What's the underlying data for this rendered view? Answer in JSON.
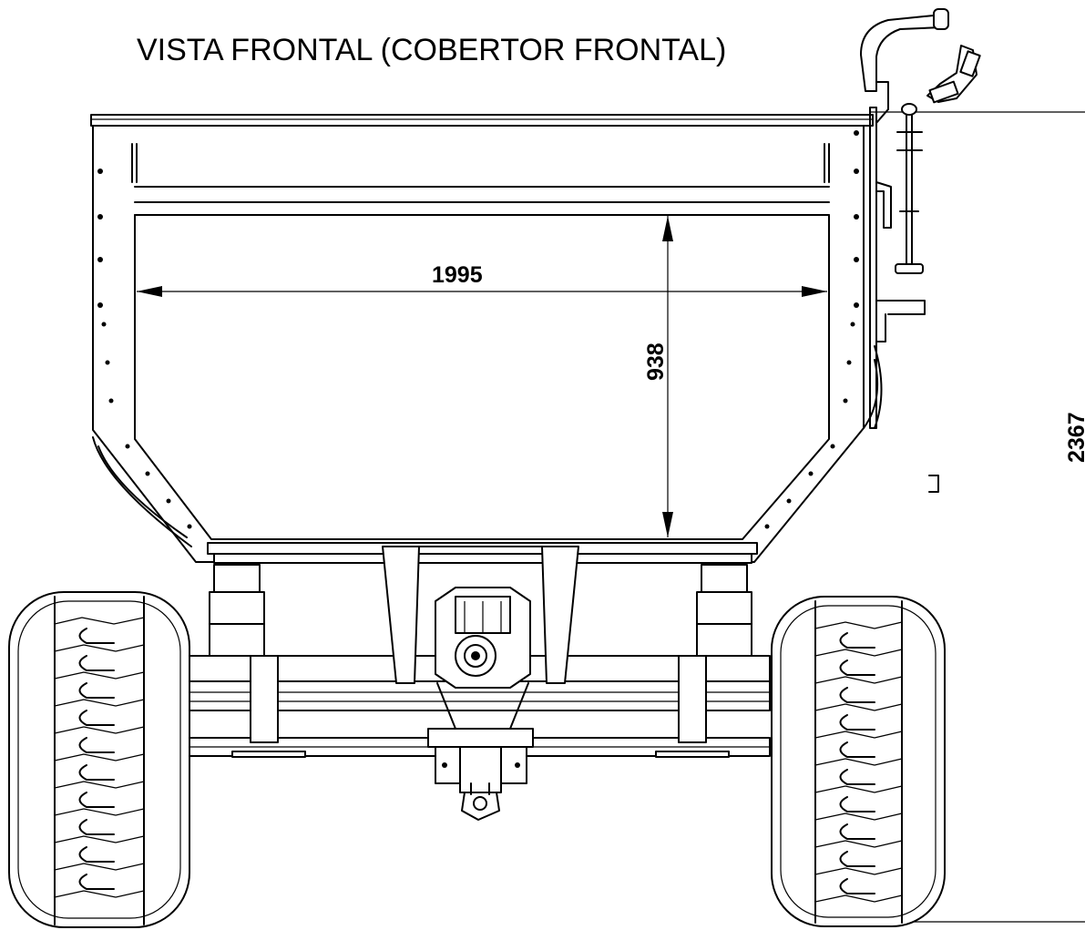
{
  "title": "VISTA FRONTAL (COBERTOR FRONTAL)",
  "dimensions": {
    "width_label": "1995",
    "depth_label": "938",
    "height_label": "2367"
  },
  "colors": {
    "line": "#000000",
    "background": "#ffffff"
  }
}
